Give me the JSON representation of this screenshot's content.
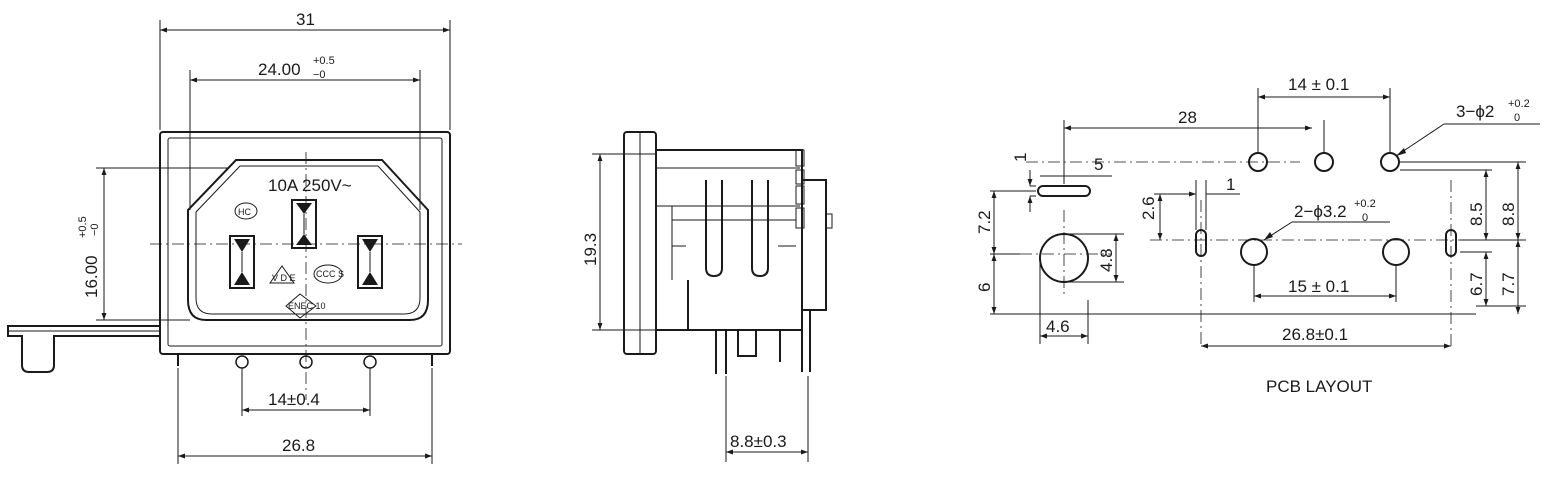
{
  "front_view": {
    "overall_width": "31",
    "opening_width": "24.00",
    "opening_width_tol_upper": "+0.5",
    "opening_width_tol_lower": "−0",
    "opening_height": "16.00",
    "opening_height_tol_upper": "+0.5",
    "opening_height_tol_lower": "−0",
    "rating_text": "10A 250V~",
    "pin_pitch": "14±0.4",
    "bracket_width": "26.8",
    "cert_marks": [
      "HC",
      "V D E",
      "CCC S",
      "ENEC 10"
    ]
  },
  "side_view": {
    "flange_height": "19.3",
    "pin_offset": "8.8±0.3"
  },
  "pcb_layout": {
    "caption": "PCB LAYOUT",
    "top_pitch": "14 ± 0.1",
    "top_span": "28",
    "hole_spec_small_prefix": "3−ϕ2",
    "hole_spec_small_tol_upper": "+0.2",
    "hole_spec_small_tol_lower": "0",
    "hole_spec_large_prefix": "2−ϕ3.2",
    "hole_spec_large_tol_upper": "+0.2",
    "hole_spec_large_tol_lower": "0",
    "slot_width": "1",
    "slot_length": "5",
    "slot_offset": "2.6",
    "slot_gap": "1",
    "left_upper": "7.2",
    "left_lower": "6",
    "peg_diameter": "4.8",
    "peg_offset": "4.6",
    "right_upper_inner": "8.5",
    "right_upper_outer": "8.8",
    "right_lower_inner": "6.7",
    "right_lower_outer": "7.7",
    "mid_pitch": "15 ± 0.1",
    "bottom_span": "26.8±0.1"
  }
}
